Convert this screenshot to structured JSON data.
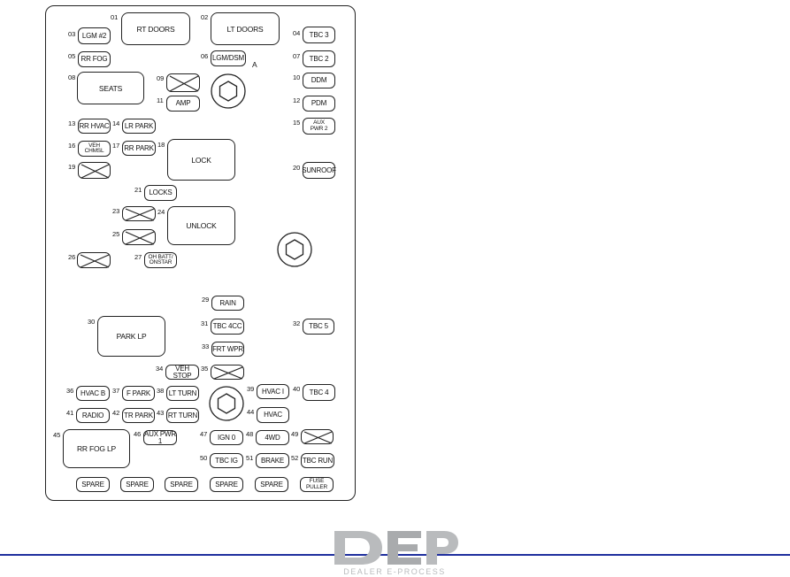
{
  "panel_label_a": "A",
  "fuses": [
    {
      "num": "01",
      "label": "RT DOORS"
    },
    {
      "num": "02",
      "label": "LT DOORS"
    },
    {
      "num": "03",
      "label": "LGM #2"
    },
    {
      "num": "04",
      "label": "TBC 3"
    },
    {
      "num": "05",
      "label": "RR FOG"
    },
    {
      "num": "06",
      "label": "LGM/DSM"
    },
    {
      "num": "07",
      "label": "TBC 2"
    },
    {
      "num": "08",
      "label": "SEATS"
    },
    {
      "num": "09",
      "label": ""
    },
    {
      "num": "10",
      "label": "DDM"
    },
    {
      "num": "11",
      "label": "AMP"
    },
    {
      "num": "12",
      "label": "PDM"
    },
    {
      "num": "13",
      "label": "RR HVAC"
    },
    {
      "num": "14",
      "label": "LR PARK"
    },
    {
      "num": "15",
      "label": "AUX\nPWR 2"
    },
    {
      "num": "16",
      "label": "VEH\nCHMSL"
    },
    {
      "num": "17",
      "label": "RR PARK"
    },
    {
      "num": "18",
      "label": "LOCK"
    },
    {
      "num": "19",
      "label": ""
    },
    {
      "num": "20",
      "label": "SUNROOF"
    },
    {
      "num": "21",
      "label": "LOCKS"
    },
    {
      "num": "23",
      "label": ""
    },
    {
      "num": "24",
      "label": "UNLOCK"
    },
    {
      "num": "25",
      "label": ""
    },
    {
      "num": "26",
      "label": ""
    },
    {
      "num": "27",
      "label": "OH BATT/\nONSTAR"
    },
    {
      "num": "29",
      "label": "RAIN"
    },
    {
      "num": "30",
      "label": "PARK LP"
    },
    {
      "num": "31",
      "label": "TBC 4CC"
    },
    {
      "num": "32",
      "label": "TBC 5"
    },
    {
      "num": "33",
      "label": "FRT WPR"
    },
    {
      "num": "34",
      "label": "VEH STOP"
    },
    {
      "num": "35",
      "label": ""
    },
    {
      "num": "36",
      "label": "HVAC B"
    },
    {
      "num": "37",
      "label": "F PARK"
    },
    {
      "num": "38",
      "label": "LT TURN"
    },
    {
      "num": "39",
      "label": "HVAC I"
    },
    {
      "num": "40",
      "label": "TBC 4"
    },
    {
      "num": "41",
      "label": "RADIO"
    },
    {
      "num": "42",
      "label": "TR PARK"
    },
    {
      "num": "43",
      "label": "RT TURN"
    },
    {
      "num": "44",
      "label": "HVAC"
    },
    {
      "num": "45",
      "label": "RR FOG LP"
    },
    {
      "num": "46",
      "label": "AUX PWR 1"
    },
    {
      "num": "47",
      "label": "IGN 0"
    },
    {
      "num": "48",
      "label": "4WD"
    },
    {
      "num": "49",
      "label": ""
    },
    {
      "num": "50",
      "label": "TBC IG"
    },
    {
      "num": "51",
      "label": "BRAKE"
    },
    {
      "num": "52",
      "label": "TBC RUN"
    }
  ],
  "bottom_row": [
    "SPARE",
    "SPARE",
    "SPARE",
    "SPARE",
    "SPARE",
    "FUSE\nPULLER"
  ],
  "logo": {
    "main": "DEP",
    "tagline": "DEALER E-PROCESS",
    "color": "#b9bbbd"
  },
  "footer_line_color": "#1f2f9e"
}
